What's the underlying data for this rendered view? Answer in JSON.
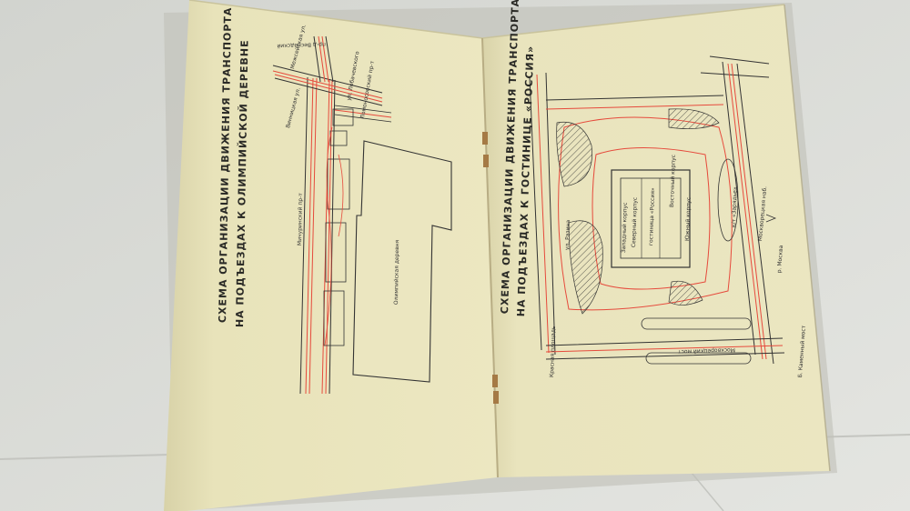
{
  "left_page": {
    "title_line1": "СХЕМА ОРГАНИЗАЦИИ ДВИЖЕНИЯ ТРАНСПОРТА",
    "title_line2": "НА ПОДЪЕЗДАХ К ОЛИМПИЙСКОЙ ДЕРЕВНЕ",
    "labels": {
      "olympic_village": "Олимпийская деревня",
      "michurinsky": "Мичуринский пр-т",
      "lomonosovsky": "Ломоносовский пр-т",
      "vinnitskaya": "Винницкая ул.",
      "mezhdunarodnaya": "Межсейская ул.",
      "kraski": "ул. Лобачевского",
      "passage": "пр-д Веснадский"
    }
  },
  "right_page": {
    "title_line1": "СХЕМА ОРГАНИЗАЦИИ ДВИЖЕНИЯ ТРАНСПОРТА",
    "title_line2": "НА ПОДЪЕЗДАХ К ГОСТИНИЦЕ «РОССИЯ»",
    "labels": {
      "hotel": "гостиница «Россия»",
      "north": "Северный корпус",
      "south": "Южный корпус",
      "west": "Западный корпус",
      "east": "Восточный корпус",
      "razin": "ул. Разина",
      "kino": "к/т «Зарядье»",
      "moskvoretskaya": "Москворецкая наб.",
      "moskvoretsky_most": "Москворецкий мост",
      "bkamenny": "Б. Каменный мост",
      "moskva": "р. Москва",
      "kremlin": "Красная площадь"
    }
  }
}
